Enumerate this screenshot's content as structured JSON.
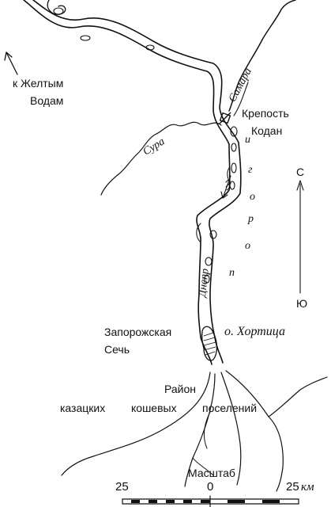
{
  "map": {
    "labels": {
      "to_zhovti_vody": "к  Желтым",
      "to_zhovti_vody_2": "Водам",
      "fortress": "Крепость",
      "fortress_2": "Кодан",
      "samara": "Самара",
      "sura": "Сура",
      "dnepr": "Днепр",
      "khortitsa": "о. Хортица",
      "sich": "Запорожская",
      "sich_2": "Сечь",
      "settlements_1": "Район",
      "settlements_2a": "казацких",
      "settlements_2b": "кошевых",
      "settlements_2c": "поселений",
      "rapids": [
        "п",
        "о",
        "р",
        "о",
        "г",
        "и"
      ]
    },
    "compass": {
      "north": "С",
      "south": "Ю"
    },
    "scale": {
      "title": "Масштаб",
      "ticks": [
        "25",
        "0",
        "25"
      ],
      "unit": "км"
    },
    "colors": {
      "ink": "#111111",
      "paper": "#ffffff"
    }
  }
}
